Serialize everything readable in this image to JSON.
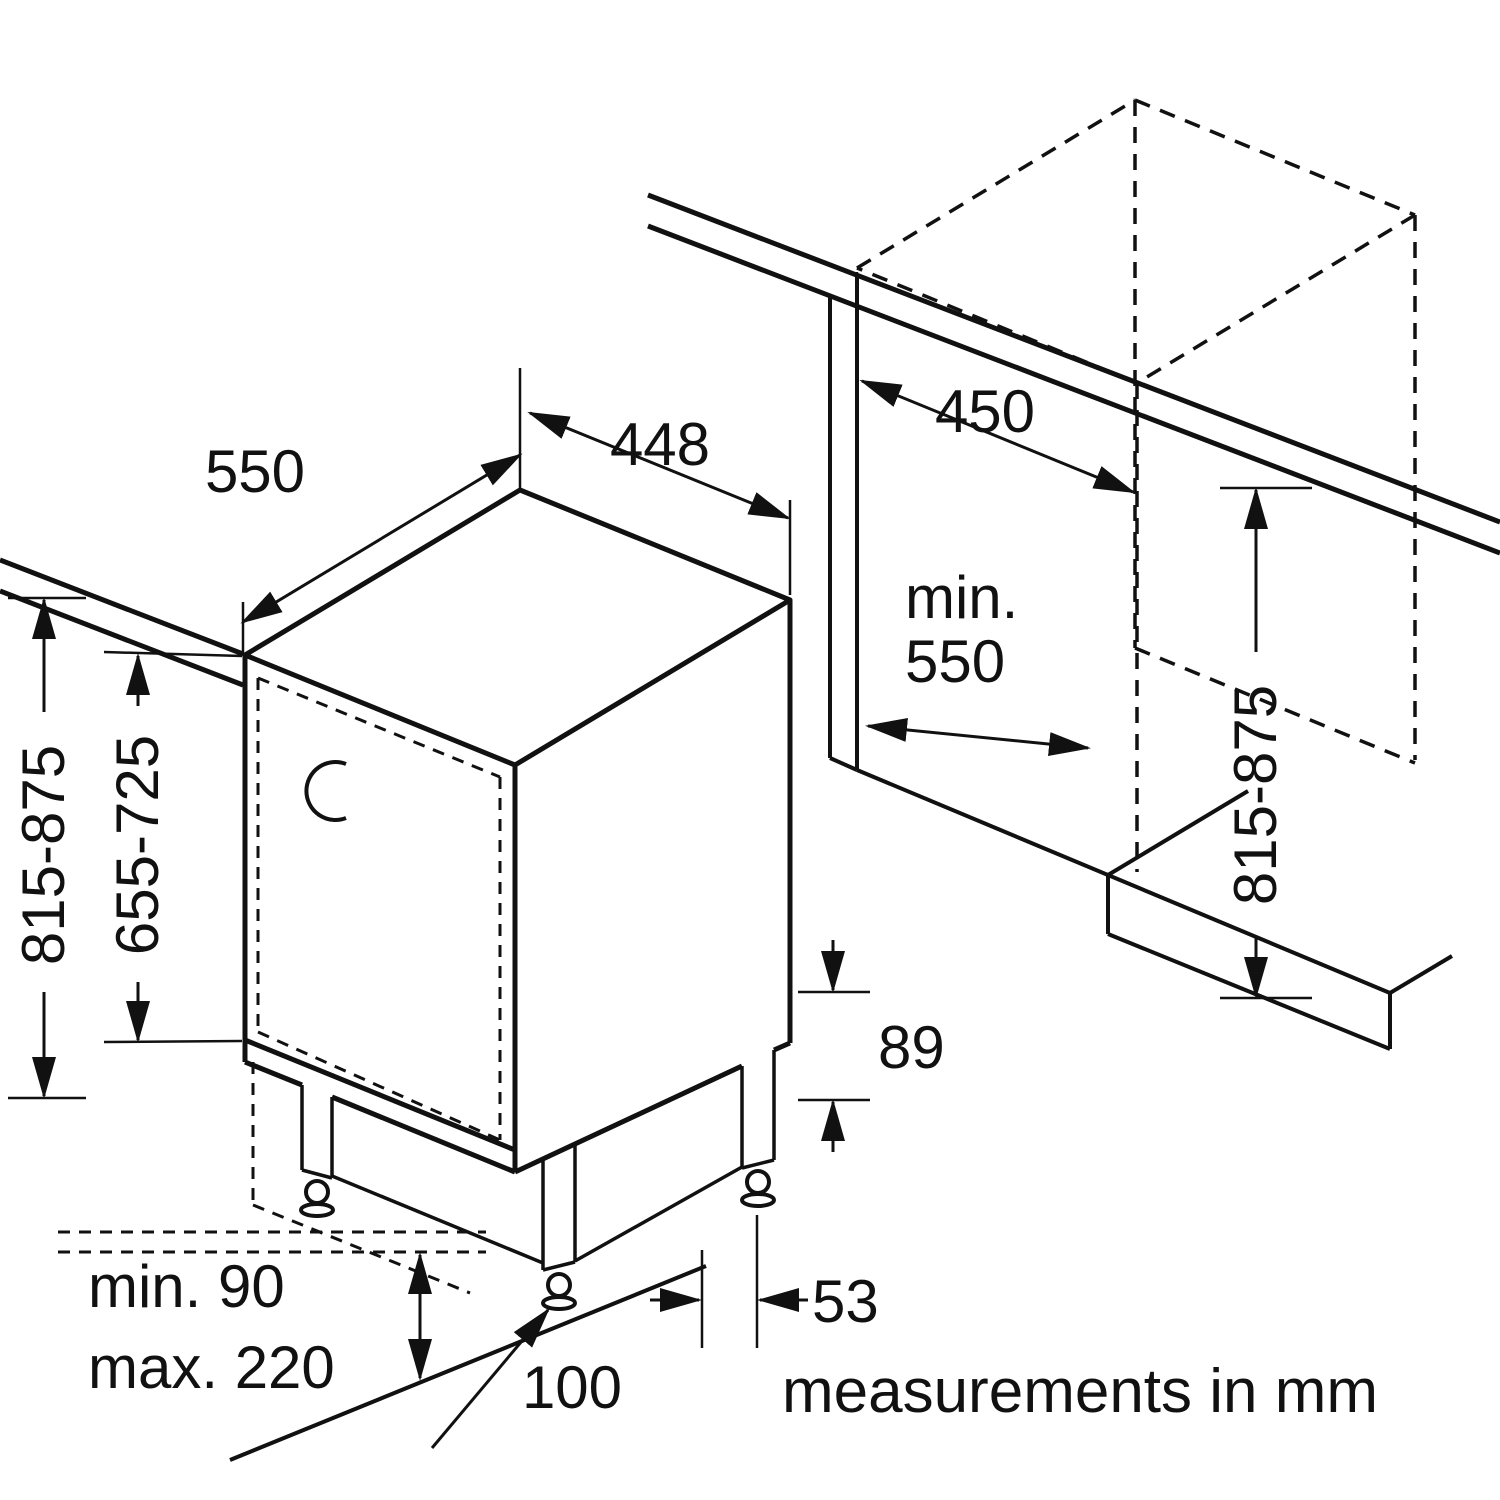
{
  "diagram": {
    "type": "appliance-installation-drawing",
    "subject": "built-in dishwasher niche dimensions"
  },
  "dimensions": {
    "top_depth": "550",
    "top_width": "448",
    "niche_width": "450",
    "niche_depth_line1": "min.",
    "niche_depth_line2": "550",
    "overall_height_left": "815-875",
    "door_panel_height": "655-725",
    "niche_height_right": "815-875",
    "rear_base_height": "89",
    "foot_side_offset": "53",
    "foot_front_offset": "100",
    "plinth_min": "min. 90",
    "plinth_max": "max. 220"
  },
  "footer": {
    "note": "measurements in mm"
  }
}
